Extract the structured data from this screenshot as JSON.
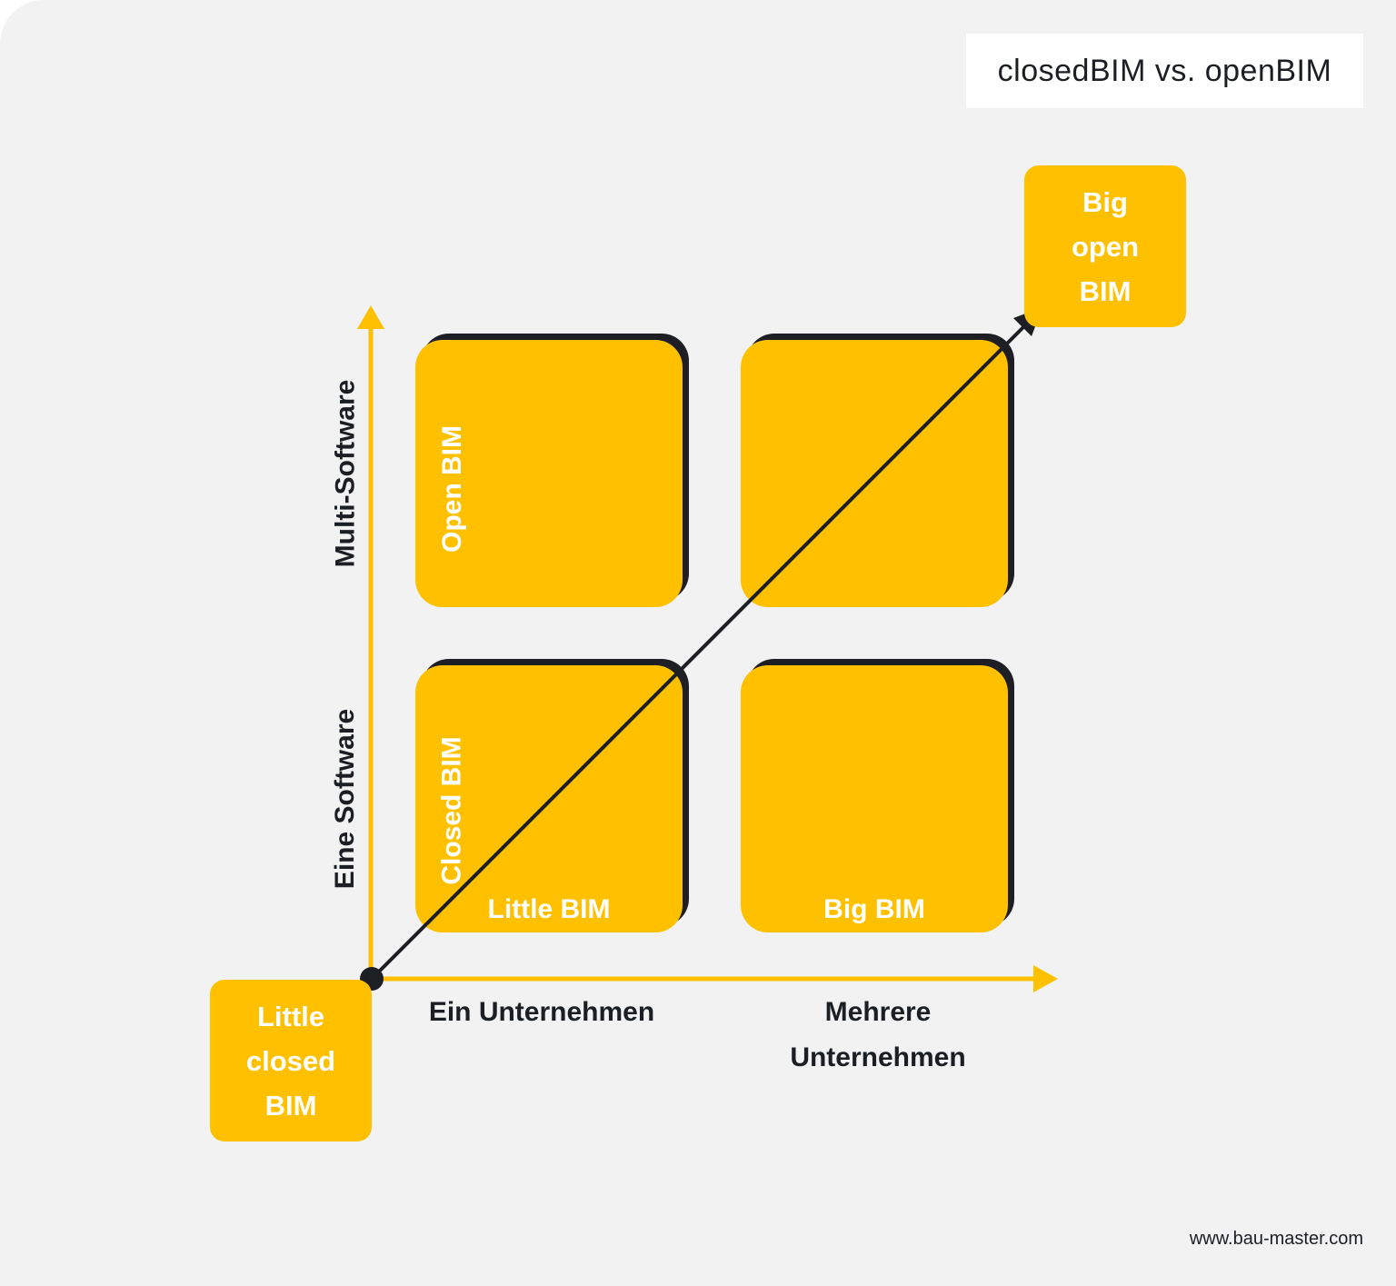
{
  "title": "closedBIM vs. openBIM",
  "axes": {
    "y_lower": "Eine Software",
    "y_upper": "Multi-Software",
    "x_left": "Ein Unternehmen",
    "x_right_line1": "Mehrere",
    "x_right_line2": "Unternehmen"
  },
  "tiles": {
    "top_left_label": "Open BIM",
    "bottom_left_side_label": "Closed BIM",
    "bottom_left_label": "Little BIM",
    "bottom_right_label": "Big BIM"
  },
  "corners": {
    "start_lines": [
      "Little",
      "closed",
      "BIM"
    ],
    "end_lines": [
      "Big",
      "open",
      "BIM"
    ]
  },
  "footer": "www.bau-master.com",
  "colors": {
    "accent": "#ffc000",
    "dark": "#1d1f24",
    "background": "#f2f2f2"
  }
}
